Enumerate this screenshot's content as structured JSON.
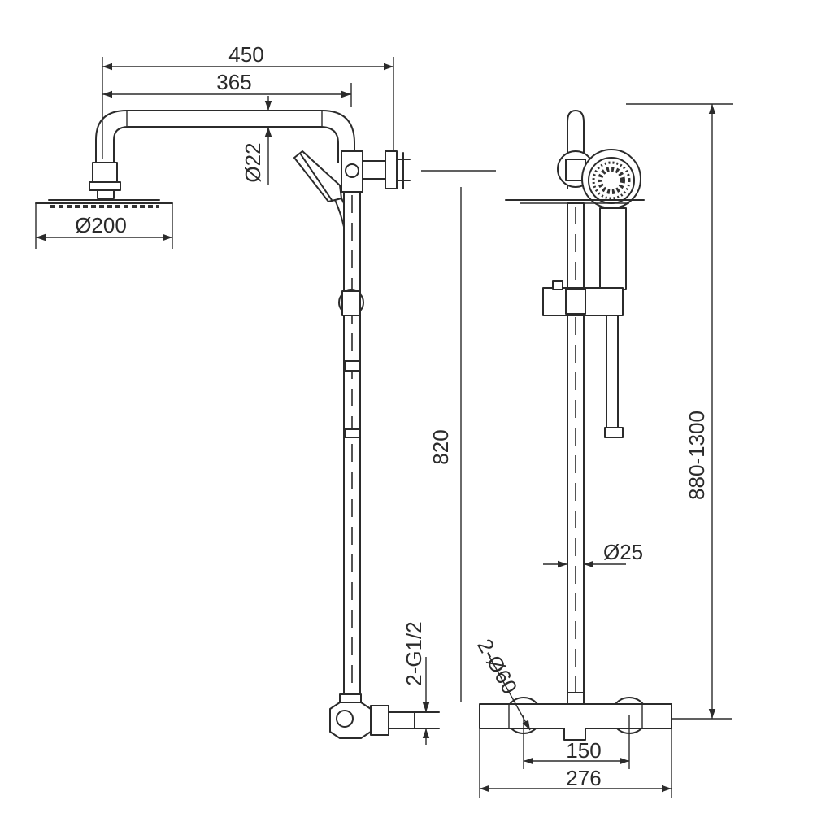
{
  "dimensions": {
    "overall_width": "450",
    "arm_reach": "365",
    "pipe_diameter": "Ø22",
    "head_diameter": "Ø200",
    "riser_height": "820",
    "total_height": "880-1300",
    "column_diameter": "Ø25",
    "inlet_thread": "2-G1/2",
    "inlet_holes": "2-Ø60",
    "inlet_spacing": "150",
    "valve_width": "276"
  }
}
